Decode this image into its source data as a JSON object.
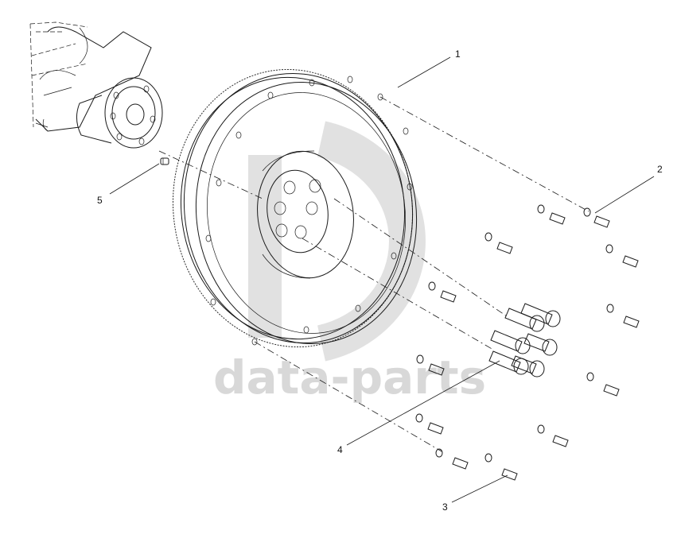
{
  "watermark": {
    "text": "data-parts"
  },
  "callouts": [
    "1",
    "2",
    "3",
    "4",
    "5"
  ]
}
